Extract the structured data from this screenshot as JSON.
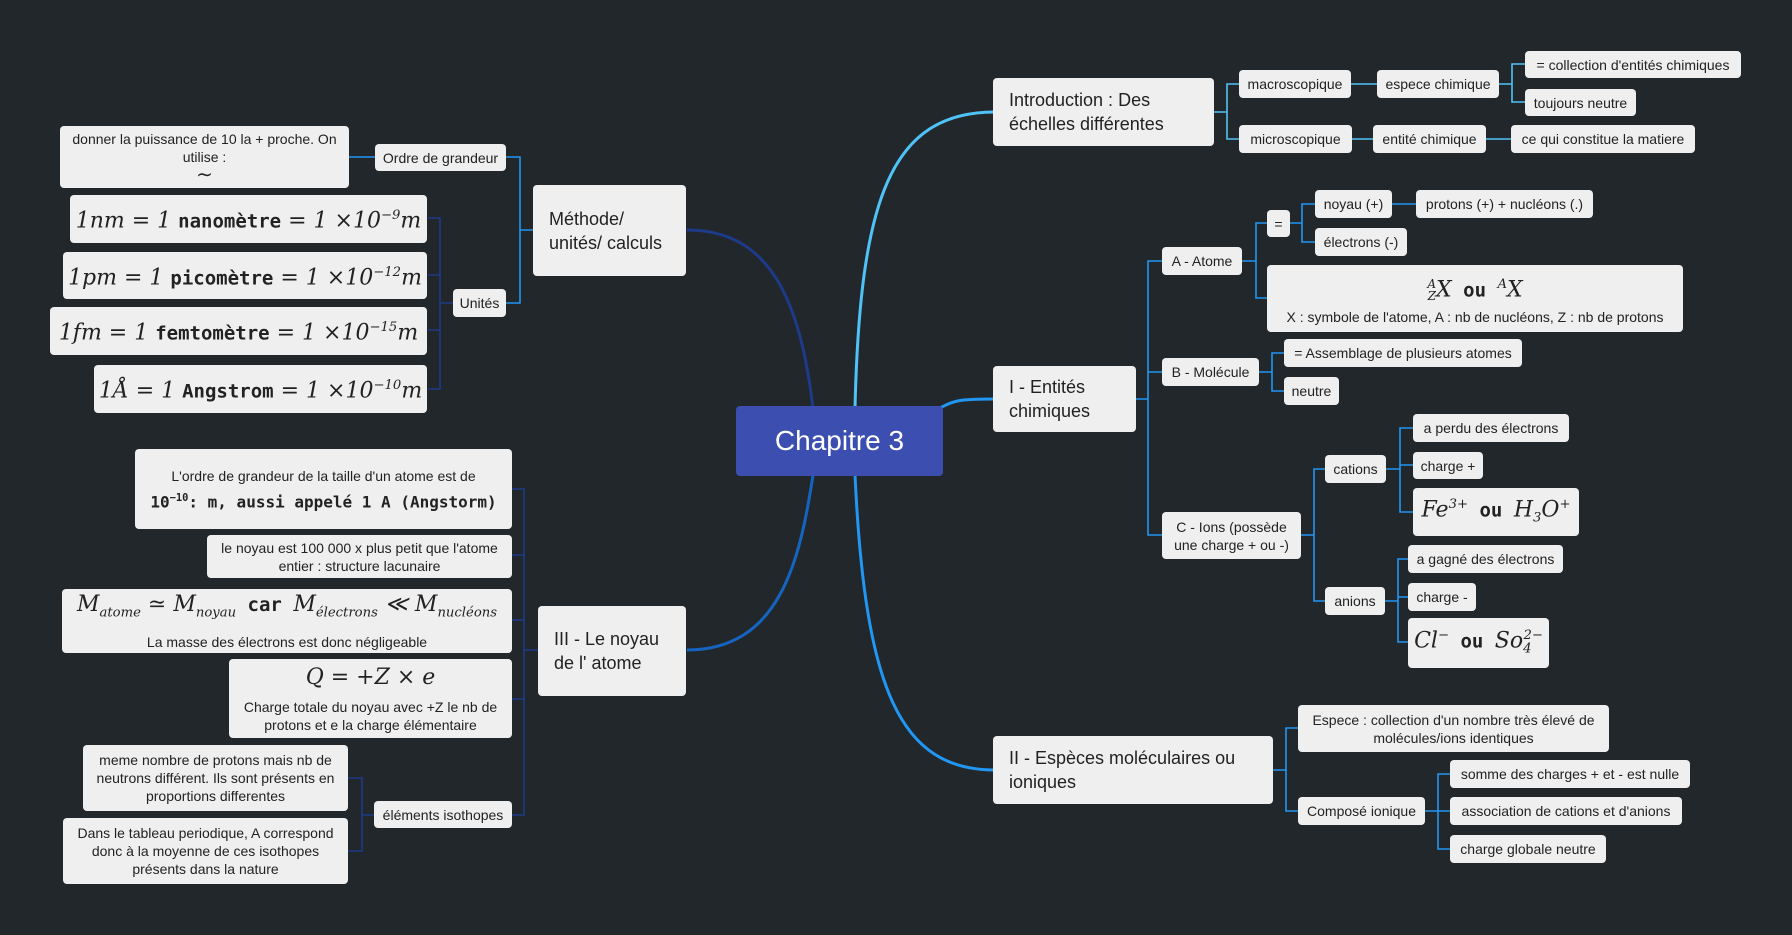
{
  "colors": {
    "background": "#22272b",
    "center": "#3c4fb0",
    "node": "#efefef",
    "link_intro": "#4fc3f7",
    "link_methode": "#1e3a8a",
    "link_noyau": "#1565c0",
    "link_entites": "#2196f3",
    "link_especes": "#2196f3"
  },
  "center": {
    "title": "Chapitre 3"
  },
  "methode": {
    "title": "Méthode/ unités/ calculs",
    "ordre_label": "Ordre de grandeur",
    "ordre_text": "donner la puissance de 10 la + proche. On utilise :",
    "ordre_symbol": "∼",
    "unites_label": "Unités",
    "nm": {
      "a": "1nm = 1 ",
      "word": "nanomètre",
      "b": " = 1 ×10",
      "exp": "−9",
      "unit": "m"
    },
    "pm": {
      "a": "1pm = 1 ",
      "word": "picomètre",
      "b": " = 1 ×10",
      "exp": "−12",
      "unit": "m"
    },
    "fm": {
      "a": "1fm = 1 ",
      "word": "femtomètre",
      "b": " = 1 ×10",
      "exp": "−15",
      "unit": "m"
    },
    "ang": {
      "a": "1Å = 1 ",
      "word": "Angstrom",
      "b": " = 1 ×10",
      "exp": "−10",
      "unit": "m"
    }
  },
  "noyau": {
    "title": "III - Le noyau de l' atome",
    "taille_line1": "L'ordre de grandeur de la taille d'un atome est de",
    "taille_base": "10",
    "taille_exp": "−10",
    "taille_rest": ": m, aussi appelé 1 A (Angstorm)",
    "lacunaire": "le noyau est 100 000 x plus petit que l'atome entier : structure lacunaire",
    "masse_formula": {
      "m1": "M",
      "s1": "atome",
      "op1": " ≃ ",
      "m2": "M",
      "s2": "noyau",
      "car": " car ",
      "m3": "M",
      "s3": "électrons",
      "op2": " ≪ ",
      "m4": "M",
      "s4": "nucléons"
    },
    "masse_text": "La masse des électrons est donc négligeable",
    "charge_formula": "Q = +Z × e",
    "charge_text": "Charge totale du noyau avec +Z le nb de protons et e la charge élémentaire",
    "iso_label": "éléments isothopes",
    "iso_text1": "meme nombre de protons mais nb de neutrons différent. Ils sont présents en proportions differentes",
    "iso_text2": "Dans le tableau periodique, A correspond donc à la moyenne de ces isothopes présents dans la nature"
  },
  "intro": {
    "title": "Introduction : Des échelles différentes",
    "macro": "macroscopique",
    "espece": "espece chimique",
    "collection": "= collection d'entités chimiques",
    "neutre": "toujours neutre",
    "micro": "microscopique",
    "entite": "entité chimique",
    "constitue": "ce qui constitue la matiere"
  },
  "entites": {
    "title": "I - Entités chimiques",
    "atome": "A - Atome",
    "equal": "=",
    "noyau": "noyau (+)",
    "protons": "protons (+) + nucléons (.)",
    "electrons": "électrons (-)",
    "notation": {
      "a": "A",
      "z": "Z",
      "x": "X",
      "ou": " ou ",
      "a2": "A",
      "x2": "X"
    },
    "notation_text": "X : symbole de l'atome, A : nb de nucléons, Z : nb de protons",
    "molecule": "B - Molécule",
    "assemblage": "= Assemblage de plusieurs atomes",
    "mol_neutre": "neutre",
    "ions": "C - Ions (possède une charge + ou -)",
    "cations": "cations",
    "perdu": "a perdu des électrons",
    "charge_plus": "charge +",
    "cation_ex": {
      "a": "Fe",
      "ae": "3+",
      "ou": " ou ",
      "b": "H",
      "bs": "3",
      "c": "O",
      "ce": "+"
    },
    "anions": "anions",
    "gagne": "a gagné des électrons",
    "charge_minus": "charge -",
    "anion_ex": {
      "a": "Cl",
      "ae": "−",
      "ou": " ou ",
      "b": "So",
      "bs": "4",
      "be": "2−"
    }
  },
  "especes": {
    "title": "II - Espèces moléculaires ou ioniques",
    "espece_text": "Espece : collection d'un nombre très élevé de molécules/ions identiques",
    "compose": "Composé ionique",
    "somme": "somme des charges + et - est nulle",
    "association": "association de cations et d'anions",
    "globale": "charge globale neutre"
  }
}
